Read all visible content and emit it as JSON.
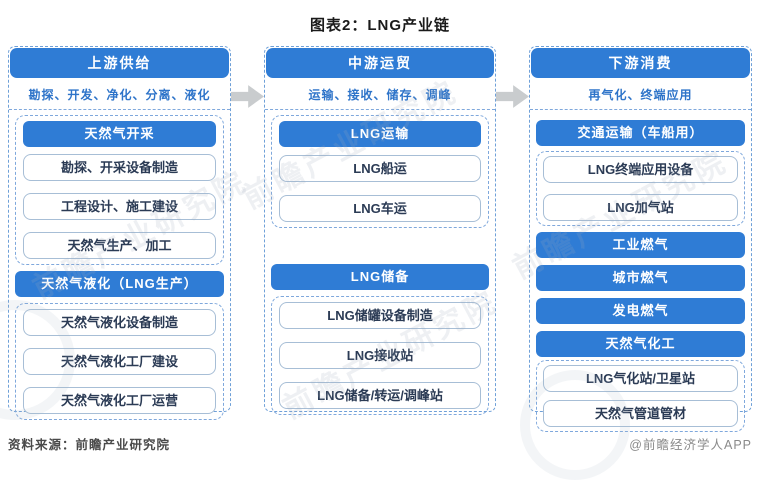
{
  "title": "图表2：LNG产业链",
  "footer": {
    "source": "资料来源：前瞻产业研究院",
    "credit": "@前瞻经济学人APP"
  },
  "watermark": "前瞻产业研究院",
  "colors": {
    "primary_blue": "#2F7CD5",
    "dashed_border": "#6FA0D8",
    "box_border": "#A7BED6",
    "subtitle_blue": "#2E74C9",
    "arrow_gray": "#C9CCCE",
    "box_text": "#2B3B55"
  },
  "columns": [
    {
      "header": "上游供给",
      "subtitle": "勘探、开发、净化、分离、液化",
      "sec1_bar": "天然气开采",
      "sec1_items": [
        "勘探、开采设备制造",
        "工程设计、施工建设",
        "天然气生产、加工"
      ],
      "mid_bar": "天然气液化（LNG生产）",
      "sec2_items": [
        "天然气液化设备制造",
        "天然气液化工厂建设",
        "天然气液化工厂运营"
      ]
    },
    {
      "header": "中游运贸",
      "subtitle": "运输、接收、储存、调峰",
      "sec1_bar": "LNG运输",
      "sec1_items": [
        "LNG船运",
        "LNG车运"
      ],
      "mid_bar": "LNG储备",
      "sec2_items": [
        "LNG储罐设备制造",
        "LNG接收站",
        "LNG储备/转运/调峰站"
      ]
    },
    {
      "header": "下游消费",
      "subtitle": "再气化、终端应用",
      "top_bar": "交通运输（车船用）",
      "sec1_items": [
        "LNG终端应用设备",
        "LNG加气站"
      ],
      "bars": [
        "工业燃气",
        "城市燃气",
        "发电燃气",
        "天然气化工"
      ],
      "sec2_items": [
        "LNG气化站/卫星站",
        "天然气管道管材"
      ]
    }
  ]
}
